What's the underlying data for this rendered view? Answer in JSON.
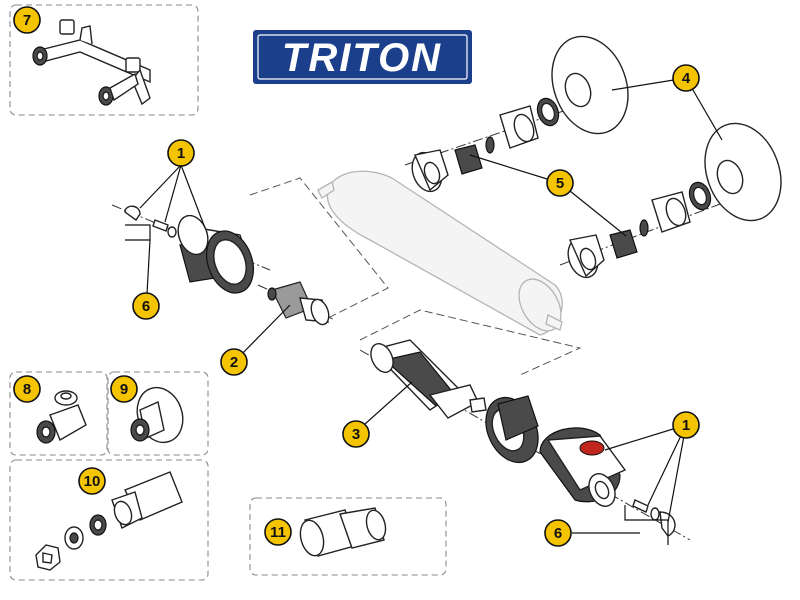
{
  "brand": {
    "logo_text": "TRITON",
    "logo_bg": "#1c3f8c",
    "logo_fg": "#ffffff"
  },
  "callout_style": {
    "fill": "#f5c400",
    "stroke": "#111111"
  },
  "callouts": [
    {
      "id": "c7",
      "label": "7"
    },
    {
      "id": "c1a",
      "label": "1"
    },
    {
      "id": "c6a",
      "label": "6"
    },
    {
      "id": "c2",
      "label": "2"
    },
    {
      "id": "c4",
      "label": "4"
    },
    {
      "id": "c5",
      "label": "5"
    },
    {
      "id": "c3",
      "label": "3"
    },
    {
      "id": "c1b",
      "label": "1"
    },
    {
      "id": "c6b",
      "label": "6"
    },
    {
      "id": "c8",
      "label": "8"
    },
    {
      "id": "c9",
      "label": "9"
    },
    {
      "id": "c10",
      "label": "10"
    },
    {
      "id": "c11",
      "label": "11"
    }
  ],
  "accent_red": "#c0281e"
}
